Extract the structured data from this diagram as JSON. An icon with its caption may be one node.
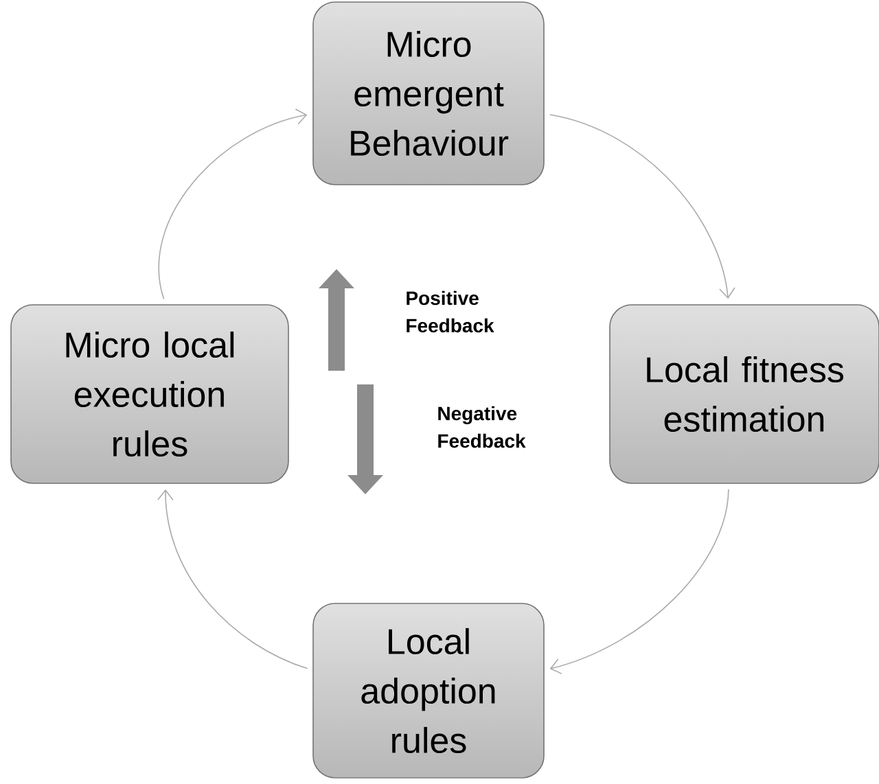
{
  "diagram": {
    "nodes": [
      {
        "text": [
          "Micro emergent Behaviour"
        ]
      },
      {
        "text": [
          "Local fitness estimation"
        ]
      },
      {
        "text": [
          "Local adoption rules"
        ]
      },
      {
        "text": [
          "Micro local execution rules"
        ]
      }
    ],
    "edges": [
      {
        "from": 0,
        "to": 1,
        "arrow": "to"
      },
      {
        "from": 1,
        "to": 2,
        "arrow": "to"
      },
      {
        "from": 2,
        "to": 3,
        "arrow": "to"
      },
      {
        "from": 3,
        "to": 0,
        "arrow": "to"
      }
    ],
    "labels": [
      "Positive Feedback",
      "Negative Feedback"
    ]
  }
}
